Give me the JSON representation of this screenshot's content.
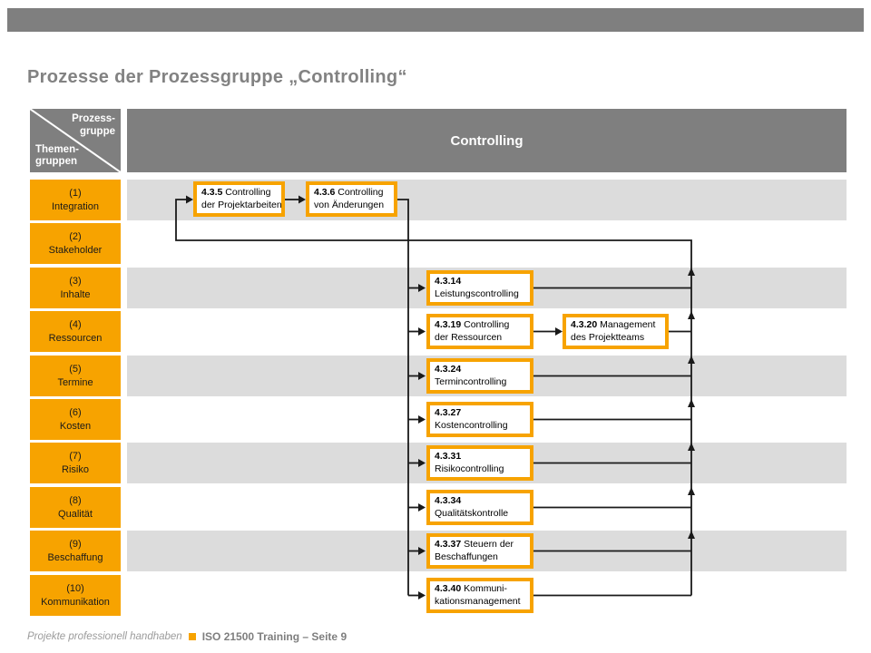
{
  "colors": {
    "accent_orange": "#F7A300",
    "header_gray": "#7F7F7F",
    "row_band_gray": "#DCDCDC",
    "title_gray": "#828282",
    "connector_black": "#1A1A1A"
  },
  "title": "Prozesse der Prozessgruppe „Controlling“",
  "matrix": {
    "corner": {
      "top_right_label": "Prozess-\ngruppe",
      "bottom_left_label": "Themen-\ngruppen"
    },
    "column_header": "Controlling",
    "rows": [
      {
        "num": "(1)",
        "label": "Integration"
      },
      {
        "num": "(2)",
        "label": "Stakeholder"
      },
      {
        "num": "(3)",
        "label": "Inhalte"
      },
      {
        "num": "(4)",
        "label": "Ressourcen"
      },
      {
        "num": "(5)",
        "label": "Termine"
      },
      {
        "num": "(6)",
        "label": "Kosten"
      },
      {
        "num": "(7)",
        "label": "Risiko"
      },
      {
        "num": "(8)",
        "label": "Qualität"
      },
      {
        "num": "(9)",
        "label": "Beschaffung"
      },
      {
        "num": "(10)",
        "label": "Kommunikation"
      }
    ]
  },
  "processes": [
    {
      "num": "4.3.5",
      "line1": "Controlling",
      "line2": "der Projektarbeiten"
    },
    {
      "num": "4.3.6",
      "line1": "Controlling",
      "line2": "von Änderungen"
    },
    {
      "num": "4.3.14",
      "line1": "",
      "line2": "Leistungscontrolling"
    },
    {
      "num": "4.3.19",
      "line1": "Controlling",
      "line2": "der Ressourcen"
    },
    {
      "num": "4.3.20",
      "line1": "Management",
      "line2": "des Projektteams"
    },
    {
      "num": "4.3.24",
      "line1": "",
      "line2": "Termincontrolling"
    },
    {
      "num": "4.3.27",
      "line1": "",
      "line2": "Kostencontrolling"
    },
    {
      "num": "4.3.31",
      "line1": "",
      "line2": "Risikocontrolling"
    },
    {
      "num": "4.3.34",
      "line1": "",
      "line2": "Qualitätskontrolle"
    },
    {
      "num": "4.3.37",
      "line1": "Steuern der",
      "line2": "Beschaffungen"
    },
    {
      "num": "4.3.40",
      "line1": "Kommuni-",
      "line2": "kationsmanagement"
    }
  ],
  "footer": {
    "left": "Projekte professionell handhaben",
    "right": "ISO 21500 Training – Seite 9"
  }
}
